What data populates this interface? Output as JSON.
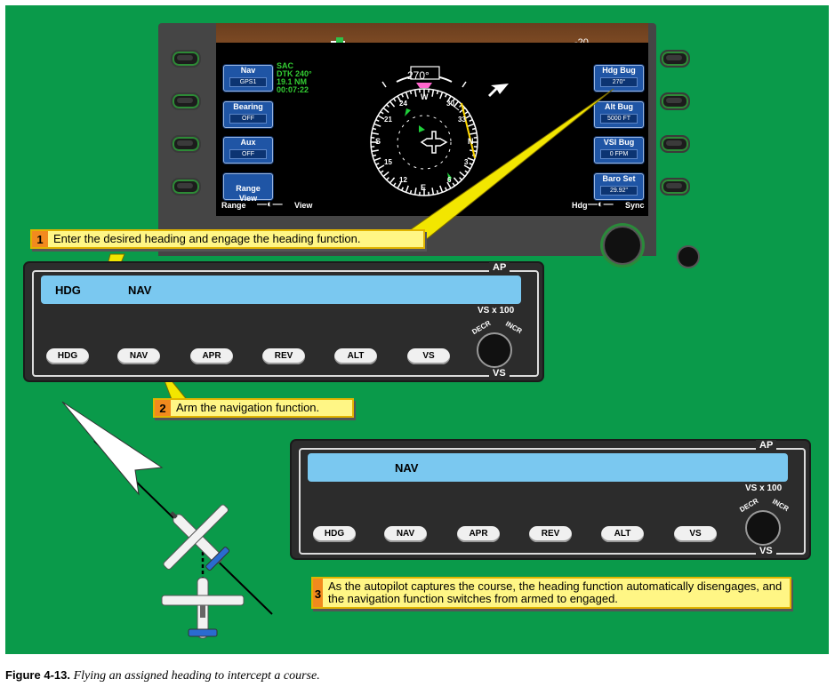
{
  "mfd": {
    "top_left_tick": "",
    "pitch_label": "-20",
    "left_keys": [
      {
        "label": "Nav",
        "sub": "GPS1"
      },
      {
        "label": "Bearing",
        "sub": "OFF"
      },
      {
        "label": "Aux",
        "sub": "OFF"
      },
      {
        "label": "Range\nView",
        "sub": ""
      }
    ],
    "right_keys": [
      {
        "label": "Hdg Bug",
        "sub": "270°"
      },
      {
        "label": "Alt Bug",
        "sub": "5000 FT"
      },
      {
        "label": "VSI Bug",
        "sub": "0 FPM"
      },
      {
        "label": "Baro Set",
        "sub": "29.92\""
      }
    ],
    "nav_info": [
      "SAC",
      "DTK 240°",
      "19.1 NM",
      "00:07:22"
    ],
    "heading_box": "270°",
    "compass_letters": {
      "w": "W",
      "n": "N",
      "s": "S",
      "e": "E"
    },
    "compass_numbers": [
      "30",
      "33",
      "3",
      "6",
      "12",
      "15",
      "21",
      "24"
    ],
    "range_label": "Range",
    "view_label": "View",
    "hdg_label": "Hdg",
    "sync_label": "Sync"
  },
  "ap1": {
    "tag": "AP",
    "vs_tag": "VS",
    "hdg_text": "HDG",
    "nav_text": "NAV",
    "vs_scale": "VS x 100",
    "decr": "DECR",
    "incr": "INCR",
    "buttons": [
      "HDG",
      "NAV",
      "APR",
      "REV",
      "ALT",
      "VS"
    ]
  },
  "ap2": {
    "tag": "AP",
    "vs_tag": "VS",
    "nav_text": "NAV",
    "vs_scale": "VS x 100",
    "decr": "DECR",
    "incr": "INCR",
    "buttons": [
      "HDG",
      "NAV",
      "APR",
      "REV",
      "ALT",
      "VS"
    ]
  },
  "callouts": [
    {
      "num": "1",
      "text": "Enter the desired heading and engage the heading function."
    },
    {
      "num": "2",
      "text": "Arm the navigation function."
    },
    {
      "num": "3",
      "text": "As the autopilot captures the course, the heading function automatically disengages, and the navigation function switches from armed to engaged."
    }
  ],
  "caption": {
    "label": "Figure 4-13.",
    "text": "Flying an assigned heading to intercept a course."
  },
  "colors": {
    "background": "#0a9a4a",
    "callout_fill": "#fff685",
    "callout_number": "#f28a1e",
    "ap_bar": "#7ac8f0",
    "softkey": "#1f55a5",
    "info_green": "#33cc33"
  }
}
